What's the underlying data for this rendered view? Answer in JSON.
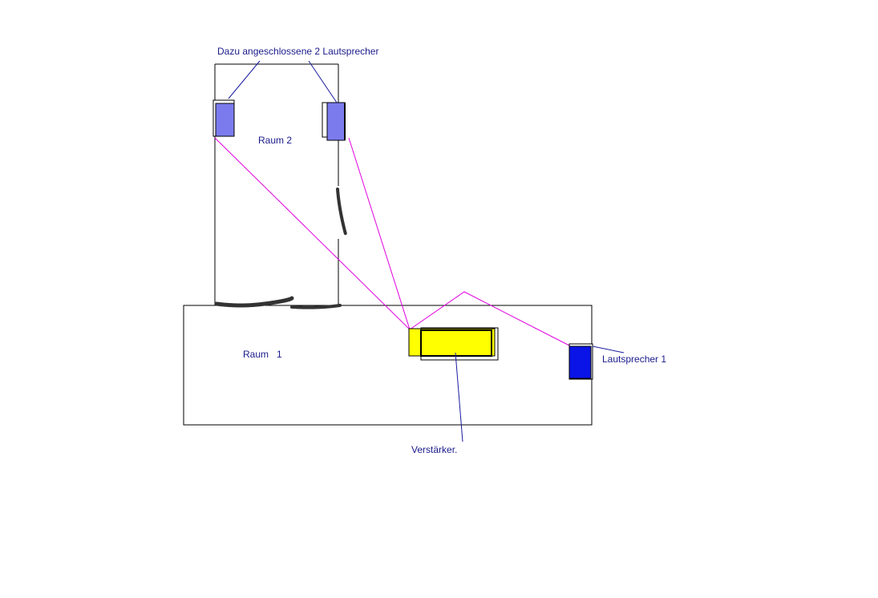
{
  "labels": {
    "speakers_title": "Dazu angeschlossene 2 Lautsprecher",
    "room2": "Raum 2",
    "room1": "Raum   1",
    "speaker1": "Lautsprecher 1",
    "amplifier": "Verstärker."
  },
  "colors": {
    "wall": "#000000",
    "label_text": "#1a1a8c",
    "pointer_line": "#1a1aa0",
    "cable": "#e000e0",
    "speaker_room2": "#7b7bee",
    "speaker_room1": "#0a14e6",
    "amplifier": "#ffff00",
    "doorway_scribble": "#333333"
  }
}
